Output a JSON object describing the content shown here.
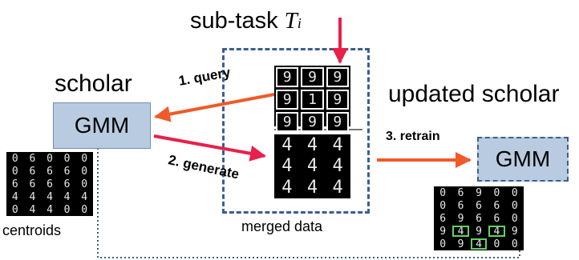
{
  "labels": {
    "subtask_prefix": "sub-task",
    "subtask_symbol": "T",
    "subtask_sub": "i",
    "scholar": "scholar",
    "updated_scholar": "updated scholar",
    "gmm_left": "GMM",
    "gmm_right": "GMM",
    "query": "1. query",
    "generate": "2. generate",
    "retrain": "3. retrain",
    "centroids": "centroids",
    "merged_data": "merged data"
  },
  "colors": {
    "arrow_orange": "#f05a28",
    "arrow_red": "#e8204a",
    "dash_blue": "#3b5f8d",
    "dot_blue": "#3b5f8d",
    "gmm_fill": "#b9cbe0",
    "highlight_green": "#5fd35f"
  },
  "grids": {
    "centroids": [
      [
        "0",
        "6",
        "0",
        "0",
        "0"
      ],
      [
        "0",
        "6",
        "6",
        "6",
        "0"
      ],
      [
        "6",
        "6",
        "6",
        "6",
        "0"
      ],
      [
        "4",
        "4",
        "4",
        "4",
        "4"
      ],
      [
        "0",
        "4",
        "4",
        "0",
        "0"
      ]
    ],
    "queried": [
      [
        "9",
        "9",
        "9"
      ],
      [
        "9",
        "1",
        "9"
      ],
      [
        "9",
        "9",
        "9"
      ]
    ],
    "generated": [
      [
        "4",
        "4",
        "4"
      ],
      [
        "4",
        "4",
        "4"
      ],
      [
        "4",
        "4",
        "4"
      ]
    ],
    "updated": [
      [
        "0",
        "6",
        "9",
        "0",
        "0"
      ],
      [
        "0",
        "6",
        "6",
        "6",
        "0"
      ],
      [
        "6",
        "9",
        "6",
        "6",
        "0"
      ],
      [
        "9",
        "4",
        "9",
        "4",
        "9"
      ],
      [
        "0",
        "9",
        "4",
        "0",
        "0"
      ]
    ]
  }
}
